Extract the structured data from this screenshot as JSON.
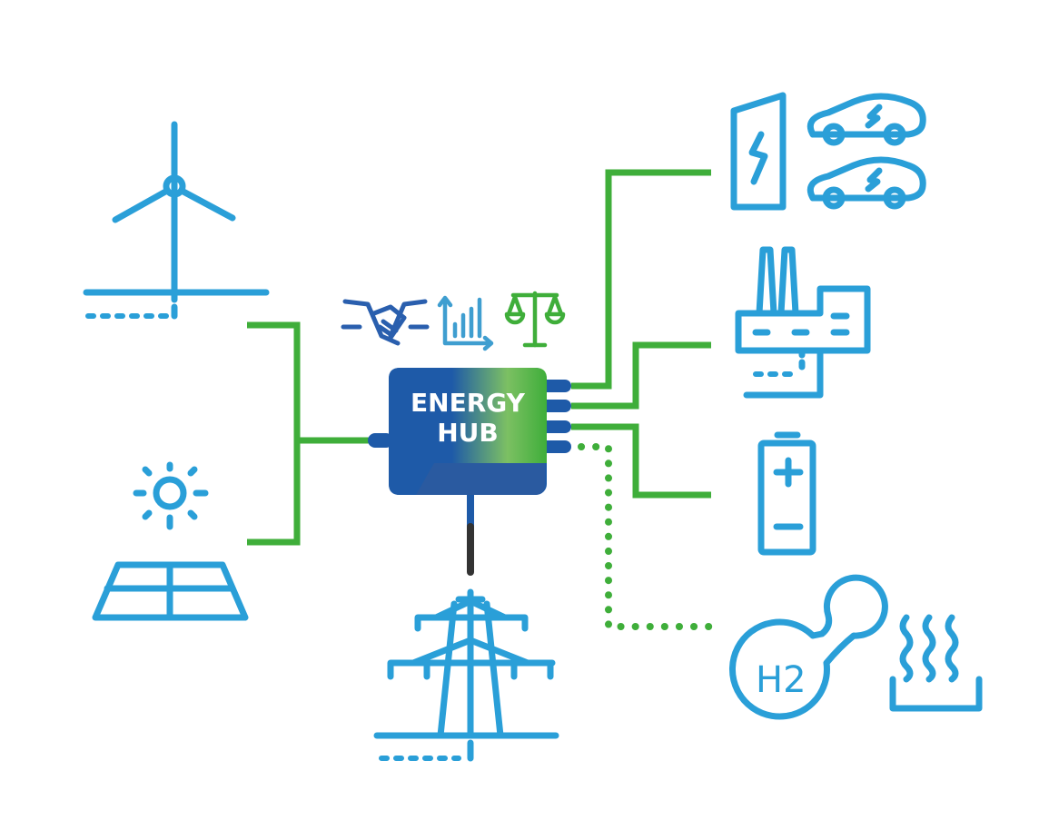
{
  "hub": {
    "line1": "ENERGY",
    "line2": "HUB"
  },
  "hydrogen": {
    "label": "H2"
  },
  "colors": {
    "blue": "#2a9fd8",
    "green": "#3fae3a",
    "hub_blue": "#1e5aa8",
    "grid_cable": "#333333"
  },
  "icons": [
    "wind-turbine-icon",
    "sun-icon",
    "solar-panel-icon",
    "handshake-icon",
    "chart-icon",
    "scale-icon",
    "power-pylon-icon",
    "ev-charger-icon",
    "electric-car-icon",
    "factory-icon",
    "battery-icon",
    "hydrogen-tank-icon",
    "heat-icon"
  ]
}
